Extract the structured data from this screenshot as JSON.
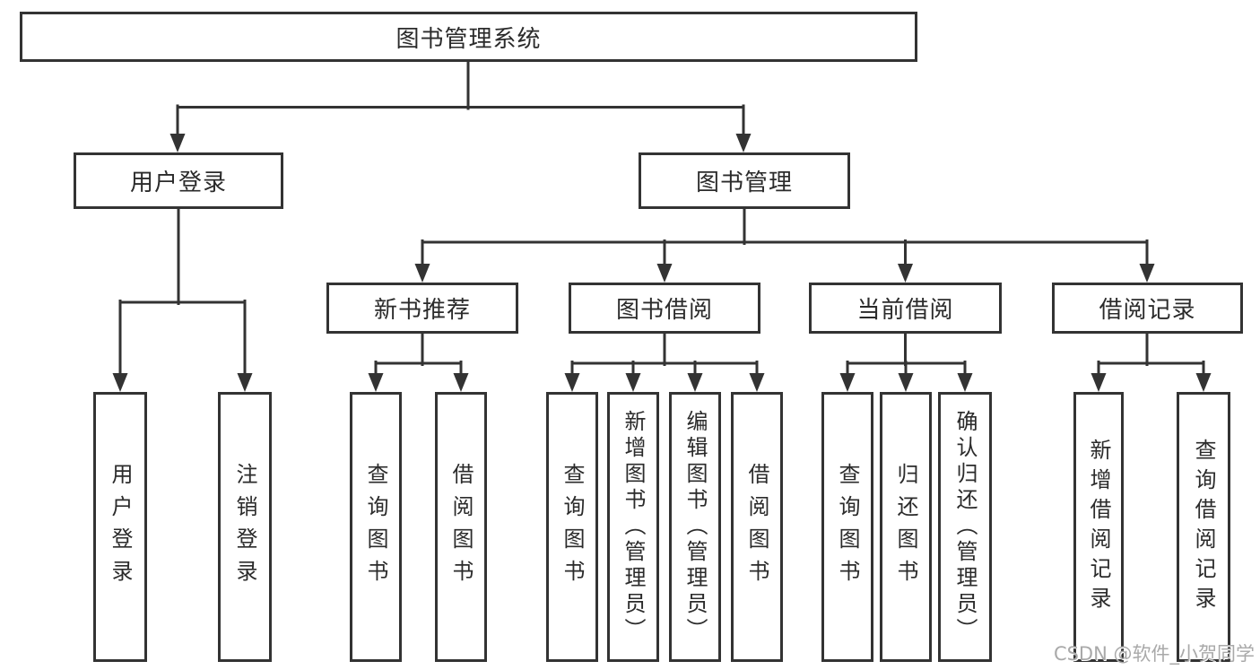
{
  "tree": {
    "root": {
      "label": "图书管理系统"
    },
    "level2": [
      {
        "label": "用户登录"
      },
      {
        "label": "图书管理"
      }
    ],
    "level3": [
      {
        "label": "新书推荐"
      },
      {
        "label": "图书借阅"
      },
      {
        "label": "当前借阅"
      },
      {
        "label": "借阅记录"
      }
    ],
    "leaves": {
      "user_login": [
        {
          "label": "用户登录"
        },
        {
          "label": "注销登录"
        }
      ],
      "new_book": [
        {
          "label": "查询图书"
        },
        {
          "label": "借阅图书"
        }
      ],
      "borrow": [
        {
          "label": "查询图书"
        },
        {
          "label": "新增图书（管理员）"
        },
        {
          "label": "编辑图书（管理员）"
        },
        {
          "label": "借阅图书"
        }
      ],
      "current": [
        {
          "label": "查询图书"
        },
        {
          "label": "归还图书"
        },
        {
          "label": "确认归还（管理员）"
        }
      ],
      "records": [
        {
          "label": "新增借阅记录"
        },
        {
          "label": "查询借阅记录"
        }
      ]
    }
  },
  "watermark": {
    "text": "CSDN @软件_小贺同学"
  },
  "colors": {
    "line": "#333333",
    "text": "#2b2b2b",
    "background": "#ffffff",
    "watermark": "#a9a9a9"
  }
}
